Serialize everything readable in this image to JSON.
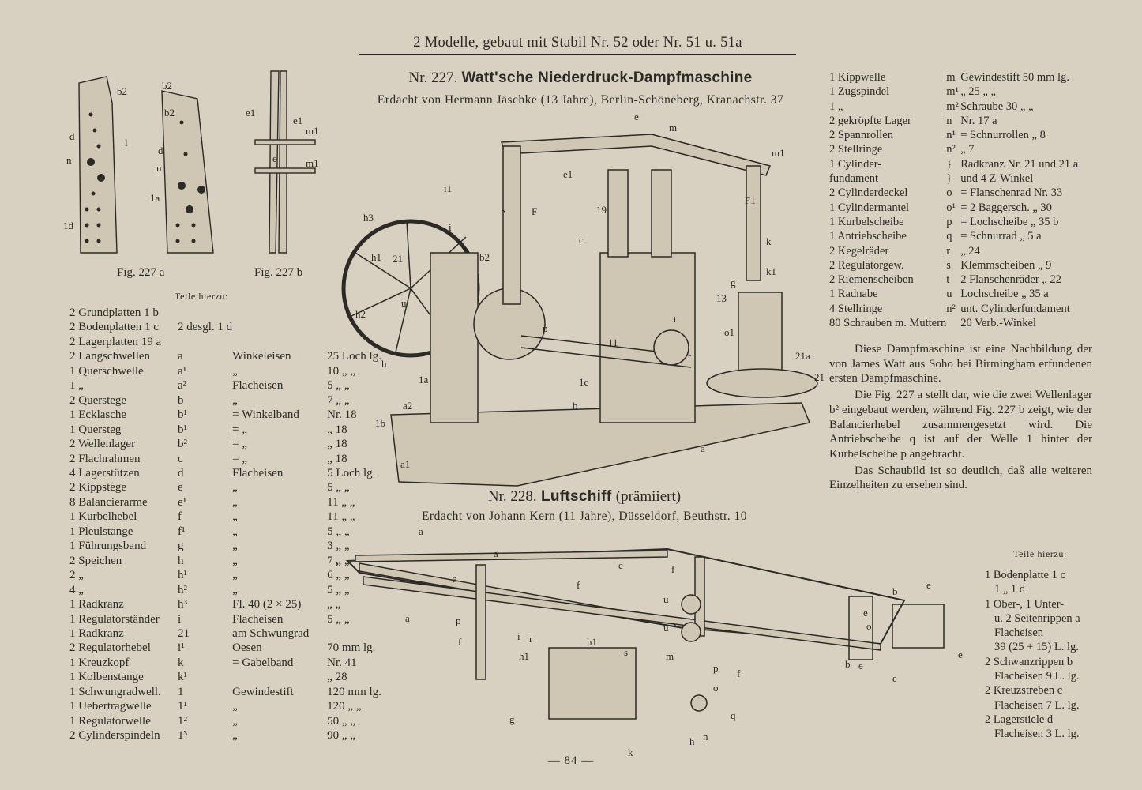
{
  "header": "2 Modelle, gebaut mit Stabil Nr. 52 oder Nr. 51 u. 51a",
  "page_number": "— 84 —",
  "model227": {
    "number": "Nr. 227.",
    "name": "Watt'sche Niederdruck-Dampfmaschine",
    "credit": "Erdacht von Hermann Jäschke (13 Jahre), Berlin-Schöneberg, Kranachstr. 37",
    "fig_a": "Fig. 227 a",
    "fig_b": "Fig. 227 b",
    "parts_heading": "Teile hierzu:",
    "parts": [
      [
        "2 Grundplatten 1 b",
        "",
        "",
        ""
      ],
      [
        "2 Bodenplatten 1 c",
        "2 desgl. 1 d",
        "",
        ""
      ],
      [
        "2 Lagerplatten 19 a",
        "",
        "",
        ""
      ],
      [
        "2 Langschwellen",
        "a",
        "Winkeleisen",
        "25 Loch lg."
      ],
      [
        "1 Querschwelle",
        "a¹",
        "„",
        "10 „ „"
      ],
      [
        "1 „",
        "a²",
        "Flacheisen",
        "5 „ „"
      ],
      [
        "2 Querstege",
        "b",
        "„",
        "7 „ „"
      ],
      [
        "1 Ecklasche",
        "b¹",
        "= Winkelband",
        "Nr. 18"
      ],
      [
        "1 Quersteg",
        "b¹",
        "= „",
        "„ 18"
      ],
      [
        "2 Wellenlager",
        "b²",
        "= „",
        "„ 18"
      ],
      [
        "2 Flachrahmen",
        "c",
        "= „",
        "„ 18"
      ],
      [
        "4 Lagerstützen",
        "d",
        "Flacheisen",
        "5 Loch lg."
      ],
      [
        "2 Kippstege",
        "e",
        "„",
        "5 „ „"
      ],
      [
        "8 Balancierarme",
        "e¹",
        "„",
        "11 „ „"
      ],
      [
        "1 Kurbelhebel",
        "f",
        "„",
        "11 „ „"
      ],
      [
        "1 Pleulstange",
        "f¹",
        "„",
        "5 „ „"
      ],
      [
        "1 Führungsband",
        "g",
        "„",
        "3 „ „"
      ],
      [
        "2 Speichen",
        "h",
        "„",
        "7 „ „"
      ],
      [
        "2 „",
        "h¹",
        "„",
        "6 „ „"
      ],
      [
        "4 „",
        "h²",
        "„",
        "5 „ „"
      ],
      [
        "1 Radkranz",
        "h³",
        "Fl. 40 (2 × 25)",
        "„ „"
      ],
      [
        "1 Regulatorständer",
        "i",
        "Flacheisen",
        "5 „ „"
      ],
      [
        "1 Radkranz",
        "21",
        "am Schwungrad",
        ""
      ],
      [
        "2 Regulatorhebel",
        "i¹",
        "Oesen",
        "70 mm lg."
      ],
      [
        "1 Kreuzkopf",
        "k",
        "= Gabelband",
        "Nr. 41"
      ],
      [
        "1 Kolbenstange",
        "k¹",
        "",
        "„ 28"
      ],
      [
        "1 Schwungradwell.",
        "1",
        "Gewindestift",
        "120 mm lg."
      ],
      [
        "1 Uebertragwelle",
        "1¹",
        "„",
        "120 „ „"
      ],
      [
        "1 Regulatorwelle",
        "1²",
        "„",
        "50 „ „"
      ],
      [
        "2 Cylinderspindeln",
        "1³",
        "„",
        "90 „ „"
      ]
    ],
    "parts_cont": [
      [
        "1 Kippwelle",
        "m",
        "Gewindestift 50 mm lg."
      ],
      [
        "1 Zugspindel",
        "m¹",
        "„ 25 „ „"
      ],
      [
        "1 „",
        "m²",
        "Schraube 30 „ „"
      ],
      [
        "2 gekröpfte Lager",
        "n",
        "Nr. 17 a"
      ],
      [
        "2 Spannrollen",
        "n¹",
        "= Schnurrollen „ 8"
      ],
      [
        "2 Stellringe",
        "n²",
        "„ 7"
      ],
      [
        "1 Cylinder-",
        "}",
        "Radkranz Nr. 21 und 21 a"
      ],
      [
        "fundament",
        "}",
        "und 4 Z-Winkel"
      ],
      [
        "2 Cylinderdeckel",
        "o",
        "= Flanschenrad Nr. 33"
      ],
      [
        "1 Cylindermantel",
        "o¹",
        "= 2 Baggersch. „ 30"
      ],
      [
        "1 Kurbelscheibe",
        "p",
        "= Lochscheibe „ 35 b"
      ],
      [
        "1 Antriebscheibe",
        "q",
        "= Schnurrad „ 5 a"
      ],
      [
        "2 Kegelräder",
        "r",
        "„ 24"
      ],
      [
        "2 Regulatorgew.",
        "s",
        "Klemmscheiben „ 9"
      ],
      [
        "2 Riemenscheiben",
        "t",
        "2 Flanschenräder „ 22"
      ],
      [
        "1 Radnabe",
        "u",
        "Lochscheibe „ 35 a"
      ],
      [
        "4 Stellringe",
        "n²",
        "unt. Cylinderfundament"
      ],
      [
        "80 Schrauben m. Muttern",
        "",
        "20 Verb.-Winkel"
      ]
    ],
    "description": [
      "Diese Dampfmaschine ist eine Nachbildung der von James Watt aus Soho bei Birmingham erfundenen ersten Dampfmaschine.",
      "Die Fig. 227 a stellt dar, wie die zwei Wellenlager b² eingebaut werden, während Fig. 227 b zeigt, wie der Balancierhebel zusammengesetzt wird. Die Antriebscheibe q ist auf der Welle 1 hinter der Kurbelscheibe p angebracht.",
      "Das Schaubild ist so deutlich, daß alle weiteren Einzelheiten zu ersehen sind."
    ]
  },
  "model228": {
    "number": "Nr. 228.",
    "name": "Luftschiff",
    "note": "(prämiiert)",
    "credit": "Erdacht von Johann Kern (11 Jahre), Düsseldorf, Beuthstr. 10",
    "parts_heading": "Teile hierzu:",
    "parts": [
      "1 Bodenplatte 1 c",
      "1 „ 1 d",
      "1 Ober-, 1 Unter-",
      "u. 2 Seitenrippen a",
      "Flacheisen",
      "39 (25 + 15) L. lg.",
      "2 Schwanzrippen b",
      "Flacheisen 9 L. lg.",
      "2 Kreuzstreben c",
      "Flacheisen 7 L. lg.",
      "2 Lagerstiele d",
      "Flacheisen 3 L. lg."
    ]
  },
  "illustrations": {
    "fig227a_labels": [
      "b2",
      "d",
      "l",
      "n",
      "1d",
      "b2",
      "b2",
      "d",
      "n",
      "1a"
    ],
    "fig227b_labels": [
      "e1",
      "e1",
      "m1",
      "e",
      "m1"
    ],
    "engine_labels": [
      "e",
      "m",
      "m1",
      "e1",
      "i1",
      "i",
      "s",
      "F",
      "19",
      "F1",
      "k",
      "h3",
      "h1",
      "21",
      "b2",
      "c",
      "k1",
      "g",
      "13",
      "h2",
      "u",
      "p",
      "t",
      "11",
      "o1",
      "h",
      "1a",
      "1c",
      "21a",
      "21",
      "a2",
      "1b",
      "b",
      "a",
      "a1"
    ],
    "airship_labels": [
      "a",
      "o",
      "a",
      "c",
      "f",
      "a",
      "f",
      "a",
      "p",
      "i",
      "r",
      "f",
      "u",
      "u",
      "b",
      "e",
      "e",
      "o",
      "h1",
      "h1",
      "s",
      "m",
      "p",
      "f",
      "b",
      "e",
      "e",
      "e",
      "q",
      "h",
      "n",
      "g",
      "k",
      "o"
    ]
  }
}
